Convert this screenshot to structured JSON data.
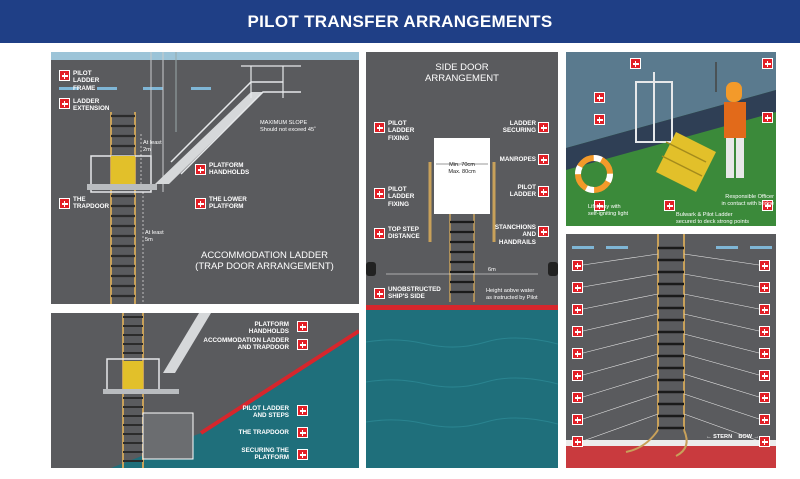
{
  "title": "PILOT TRANSFER ARRANGEMENTS",
  "panel_trapdoor": {
    "labels": {
      "pilot_ladder_frame": "PILOT LADDER FRAME",
      "ladder_extension": "LADDER EXTENSION",
      "trapdoor": "THE TRAPDOOR",
      "platform_handholds": "PLATFORM HANDHOLDS",
      "lower_platform": "THE LOWER PLATFORM"
    },
    "notes": {
      "max_slope_1": "MAXIMUM SLOPE",
      "max_slope_2": "Should not exceed 45˚",
      "at_least_2m_1": "At least",
      "at_least_2m_2": "2m",
      "at_least_5m_1": "At least",
      "at_least_5m_2": "5m"
    },
    "caption_1": "ACCOMMODATION LADDER",
    "caption_2": "(TRAP DOOR ARRANGEMENT)"
  },
  "panel_side_door": {
    "title_1": "SIDE DOOR",
    "title_2": "ARRANGEMENT",
    "labels": {
      "pilot_ladder_fixing_1": "PILOT LADDER FIXING",
      "pilot_ladder_fixing_2": "PILOT LADDER FIXING",
      "top_step_distance": "TOP STEP DISTANCE",
      "unobstructed_side": "UNOBSTRUCTED SHIP'S SIDE",
      "ladder_securing": "LADDER SECURING",
      "manropes": "MANROPES",
      "pilot_ladder": "PILOT LADDER",
      "stanchions": "STANCHIONS AND HANDRAILS"
    },
    "notes": {
      "min": "Min. 70cm",
      "max": "Max. 80cm",
      "six_m": "6m",
      "height_1": "Height aobve water",
      "height_2": "as instructed by Pilot"
    }
  },
  "panel_bulwark": {
    "notes": {
      "lifebuoy_1": "Lifebuoy with",
      "lifebuoy_2": "self-igniting light",
      "officer_1": "Responsible Officer",
      "officer_2": "in contact with bridge",
      "bulwark_1": "Bulwark & Pilot Ladder",
      "bulwark_2": "secured to deck strong points"
    }
  },
  "panel_accommodation": {
    "labels": {
      "platform_handholds": "PLATFORM HANDHOLDS",
      "accommodation_trapdoor": "ACCOMMODATION LADDER AND TRAPDOOR",
      "ladder_and_steps": "PILOT LADDER AND STEPS",
      "trapdoor": "THE TRAPDOOR",
      "securing_platform": "SECURING THE PLATFORM"
    }
  },
  "panel_ladder": {
    "notes": {
      "stern": "← STERN",
      "bow": "BOW →"
    }
  },
  "colors": {
    "header": "#1f3f86",
    "panel": "#5a5b5e",
    "marker": "#e21f26",
    "sea": "#1f6f7b",
    "deck": "#3b8a3a",
    "rope": "#c8a15a"
  }
}
